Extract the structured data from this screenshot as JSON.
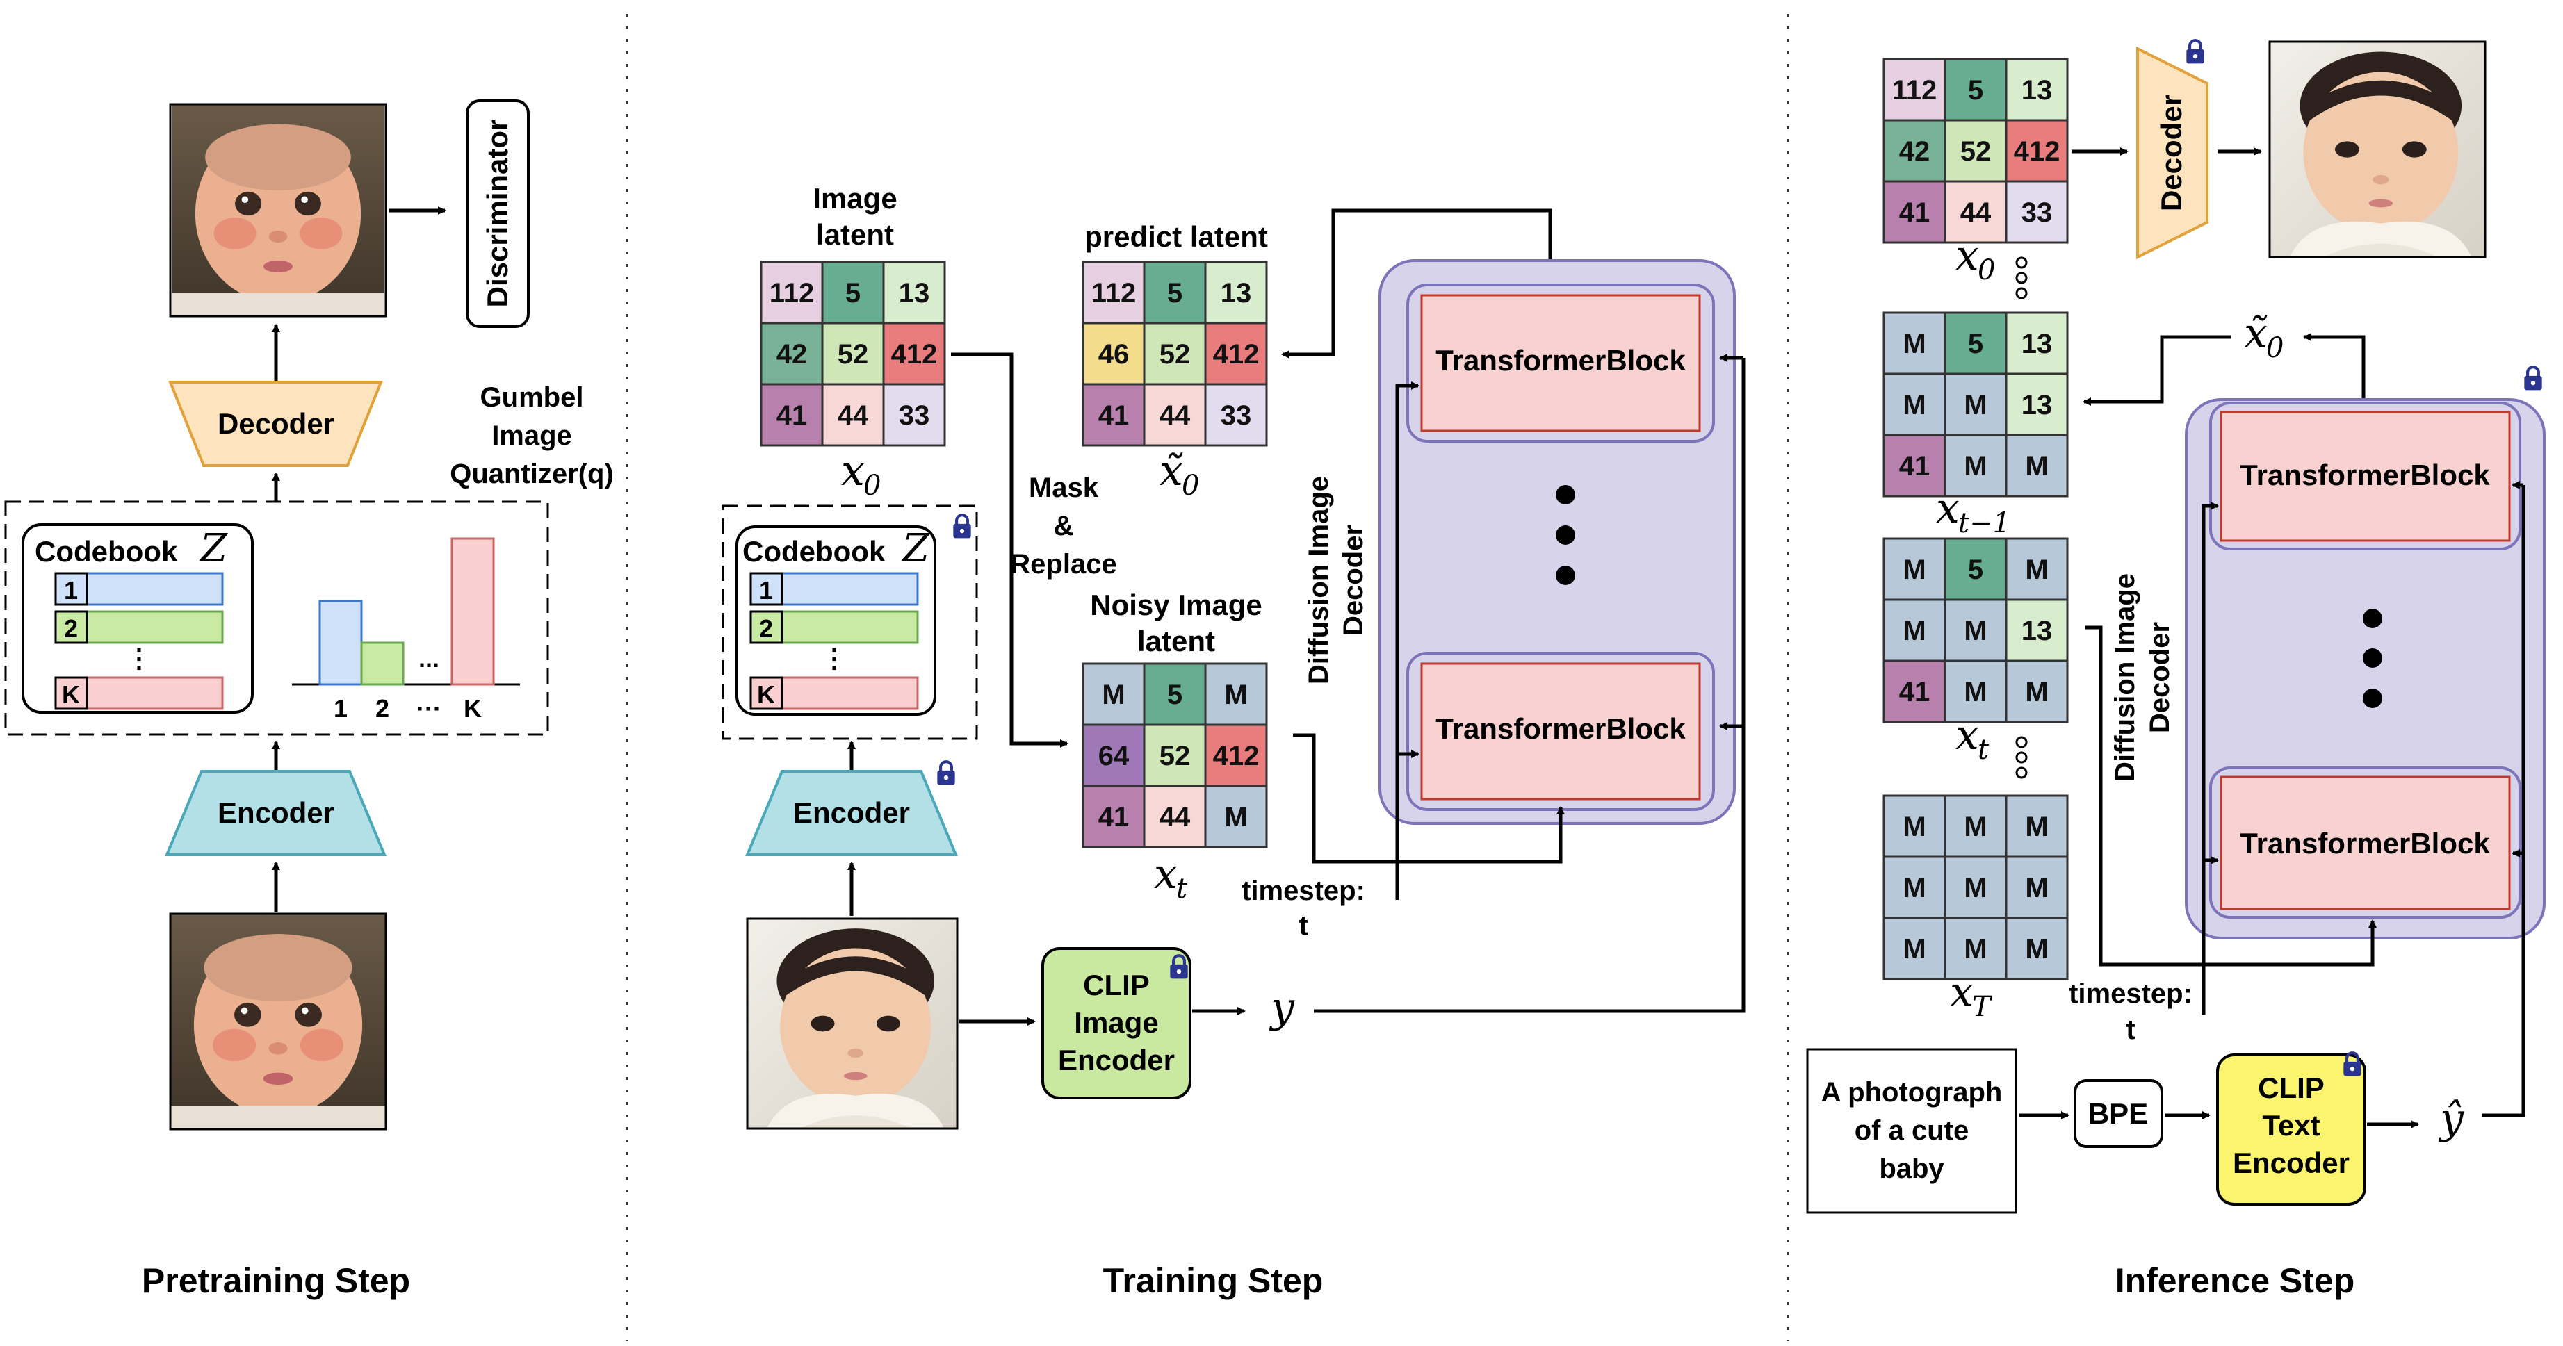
{
  "sections": {
    "pretraining": "Pretraining Step",
    "training": "Training Step",
    "inference": "Inference Step"
  },
  "pretraining": {
    "discriminator": "Discriminator",
    "decoder": "Decoder",
    "encoder": "Encoder",
    "quantizer": [
      "Gumbel",
      "Image",
      "Quantizer(q)"
    ],
    "codebook_title": "Codebook",
    "codebook_symbol": "Z",
    "codebook_rows": [
      "1",
      "2",
      "⋮",
      "K"
    ],
    "histogram_ticks": [
      "1",
      "2",
      "···",
      "K"
    ],
    "histogram_dots": "..."
  },
  "training": {
    "image_latent_title": [
      "Image",
      "latent"
    ],
    "image_latent_grid": [
      "112",
      "5",
      "13",
      "42",
      "52",
      "412",
      "41",
      "44",
      "33"
    ],
    "x0": "x",
    "x0_sub": "0",
    "predict_latent_title": "predict latent",
    "predict_grid": [
      "112",
      "5",
      "13",
      "46",
      "52",
      "412",
      "41",
      "44",
      "33"
    ],
    "x0_tilde": "x̃",
    "x0_tilde_sub": "0",
    "mask_replace": [
      "Mask",
      "&",
      "Replace"
    ],
    "noisy_title": [
      "Noisy Image",
      "latent"
    ],
    "noisy_grid": [
      "M",
      "5",
      "M",
      "64",
      "52",
      "412",
      "41",
      "44",
      "M"
    ],
    "xt": "x",
    "xt_sub": "t",
    "codebook_title": "Codebook",
    "codebook_symbol": "Z",
    "codebook_rows": [
      "1",
      "2",
      "⋮",
      "K"
    ],
    "encoder": "Encoder",
    "clip": [
      "CLIP",
      "Image",
      "Encoder"
    ],
    "y": "y",
    "timestep": [
      "timestep:",
      "t"
    ],
    "decoder_label": [
      "Diffusion Image",
      "Decoder"
    ],
    "transformer_top": "TransformerBlock",
    "transformer_bottom": "TransformerBlock"
  },
  "inference": {
    "grid_x0": [
      "112",
      "5",
      "13",
      "42",
      "52",
      "412",
      "41",
      "44",
      "33"
    ],
    "decoder": "Decoder",
    "x0": "x",
    "x0_sub": "0",
    "grid_xt1": [
      "M",
      "5",
      "13",
      "M",
      "M",
      "13",
      "41",
      "M",
      "M"
    ],
    "xt1": "x",
    "xt1_sub": "t−1",
    "grid_xt": [
      "M",
      "5",
      "M",
      "M",
      "M",
      "13",
      "41",
      "M",
      "M"
    ],
    "xt": "x",
    "xt_sub": "t",
    "grid_xT": [
      "M",
      "M",
      "M",
      "M",
      "M",
      "M",
      "M",
      "M",
      "M"
    ],
    "xT": "x",
    "xT_sub": "T",
    "x0_tilde": "x̃",
    "x0_tilde_sub": "0",
    "timestep": [
      "timestep:",
      "t"
    ],
    "decoder_label": [
      "Diffusion Image",
      "Decoder"
    ],
    "transformer_top": "TransformerBlock",
    "transformer_bottom": "TransformerBlock",
    "prompt": [
      "A photograph",
      "of a cute",
      "baby"
    ],
    "bpe": "BPE",
    "clip": [
      "CLIP",
      "Text",
      "Encoder"
    ],
    "y_hat": "ŷ"
  },
  "colors": {
    "encoder_fill": "#b3e0e6",
    "encoder_stroke": "#4aa8b8",
    "decoder_fill": "#fde4bf",
    "decoder_stroke": "#e3a13a",
    "transformer_fill": "#f8d2d0",
    "transformer_stroke": "#c0392b",
    "diffusion_fill": "#d6d3ea",
    "diffusion_stroke": "#7b74b8",
    "clip_image_fill": "#c9e8a0",
    "clip_text_fill": "#fbf46f",
    "lock": "#2a3590",
    "grid_colors": {
      "112": "#e6cfe0",
      "5": "#66ad92",
      "13": "#d8ecce",
      "42": "#79b296",
      "52": "#cfe6b7",
      "412": "#e97d7d",
      "41": "#b881ad",
      "44": "#f7d8d6",
      "33": "#e3dcef",
      "46": "#f4dc8d",
      "64": "#9f79b7",
      "M": "#b7c8d8"
    }
  }
}
